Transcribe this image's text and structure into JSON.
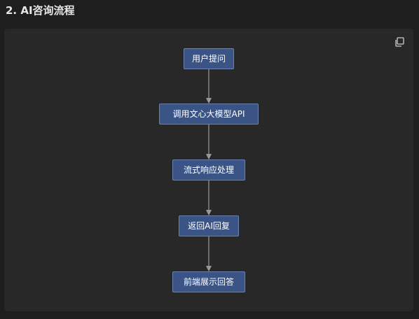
{
  "section": {
    "title": "2. AI咨询流程"
  },
  "toolbar": {
    "copy_icon": "copy-icon"
  },
  "flowchart": {
    "node_fill": "#3b5486",
    "node_border": "#6c82b0",
    "edge_color": "#9a9a9a",
    "nodes": [
      {
        "label": "用户提问"
      },
      {
        "label": "调用文心大模型API"
      },
      {
        "label": "流式响应处理"
      },
      {
        "label": "返回AI回复"
      },
      {
        "label": "前端展示回答"
      }
    ],
    "edges": [
      {
        "from": 0,
        "to": 1
      },
      {
        "from": 1,
        "to": 2
      },
      {
        "from": 2,
        "to": 3
      },
      {
        "from": 3,
        "to": 4
      }
    ]
  }
}
